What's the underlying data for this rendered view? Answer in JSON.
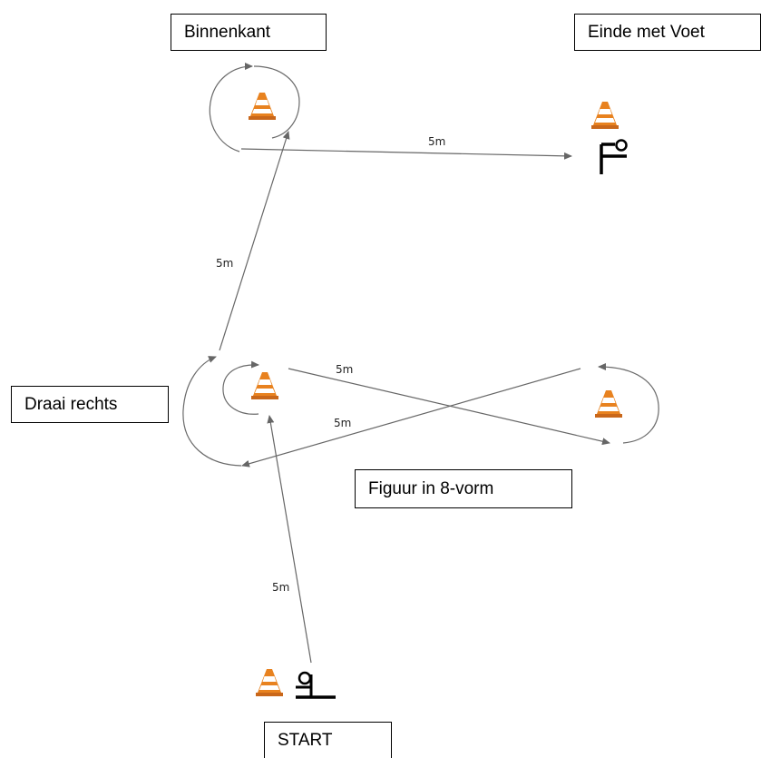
{
  "labels": {
    "inside": "Binnenkant",
    "end": "Einde met Voet",
    "turn_right": "Draai rechts",
    "figure8": "Figuur in 8-vorm",
    "start": "START"
  },
  "distances": {
    "top": "5m",
    "left_diagonal": "5m",
    "cross_upper": "5m",
    "cross_lower": "5m",
    "start_leg": "5m"
  },
  "colors": {
    "cone_orange": "#e8821f",
    "cone_stripe": "#ffffff",
    "line": "#666666"
  },
  "icons": {
    "cone": "traffic-cone-icon",
    "foot_start": "foot-on-ground-icon",
    "foot_end": "foot-raised-icon"
  }
}
